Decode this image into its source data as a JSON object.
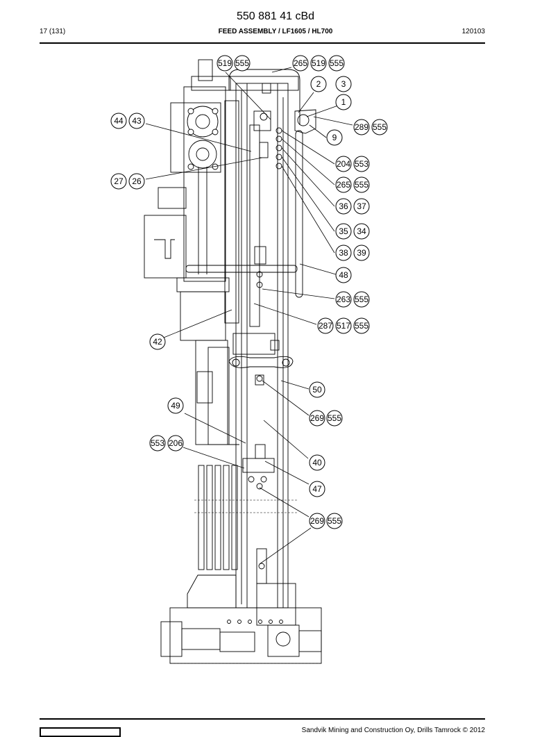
{
  "header": {
    "doc_number": "550 881 41 cBd",
    "page": "17 (131)",
    "title": "FEED ASSEMBLY / LF1605 / HL700",
    "date_code": "120103"
  },
  "footer": {
    "copyright": "Sandvik Mining and Construction Oy, Drills Tamrock © 2012"
  },
  "callouts": [
    "519",
    "555",
    "265",
    "519",
    "555",
    "2",
    "3",
    "1",
    "289",
    "555",
    "9",
    "44",
    "43",
    "204",
    "553",
    "265",
    "555",
    "27",
    "26",
    "36",
    "37",
    "35",
    "34",
    "38",
    "39",
    "48",
    "263",
    "555",
    "287",
    "517",
    "555",
    "42",
    "50",
    "49",
    "269",
    "555",
    "553",
    "206",
    "40",
    "47",
    "269",
    "555"
  ]
}
